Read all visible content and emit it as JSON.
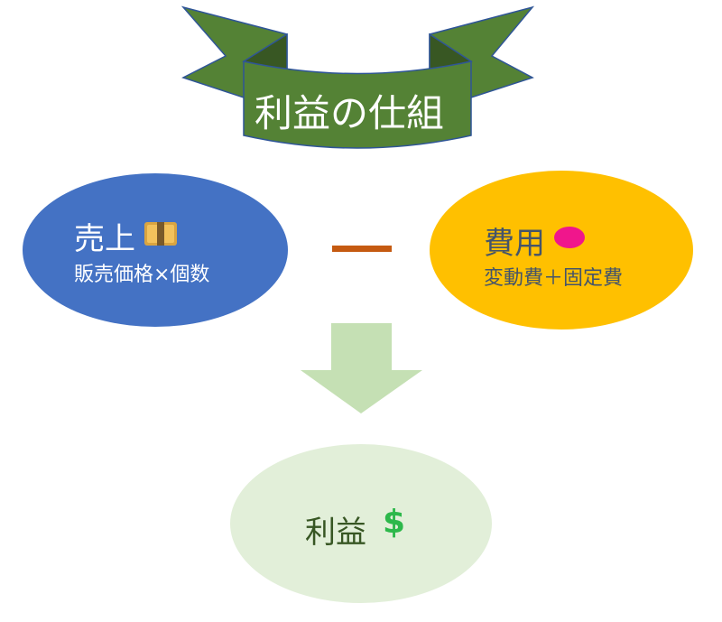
{
  "title": "利益の仕組",
  "sales": {
    "label": "売上",
    "icon": "yen-banknote-icon",
    "formula": "販売価格×個数"
  },
  "operator": "minus",
  "costs": {
    "label": "費用",
    "icon": "purse-icon",
    "formula": "変動費＋固定費"
  },
  "profit": {
    "label": "利益",
    "icon": "dollar-sign-icon",
    "symbol": "$"
  },
  "colors": {
    "ribbon": "#548235",
    "sales": "#4472c4",
    "costs": "#ffc000",
    "minus": "#c55a11",
    "arrow": "#c5e0b4",
    "profit": "#e2efd9",
    "dollar": "#2db84b",
    "purse": "#f0168c"
  }
}
